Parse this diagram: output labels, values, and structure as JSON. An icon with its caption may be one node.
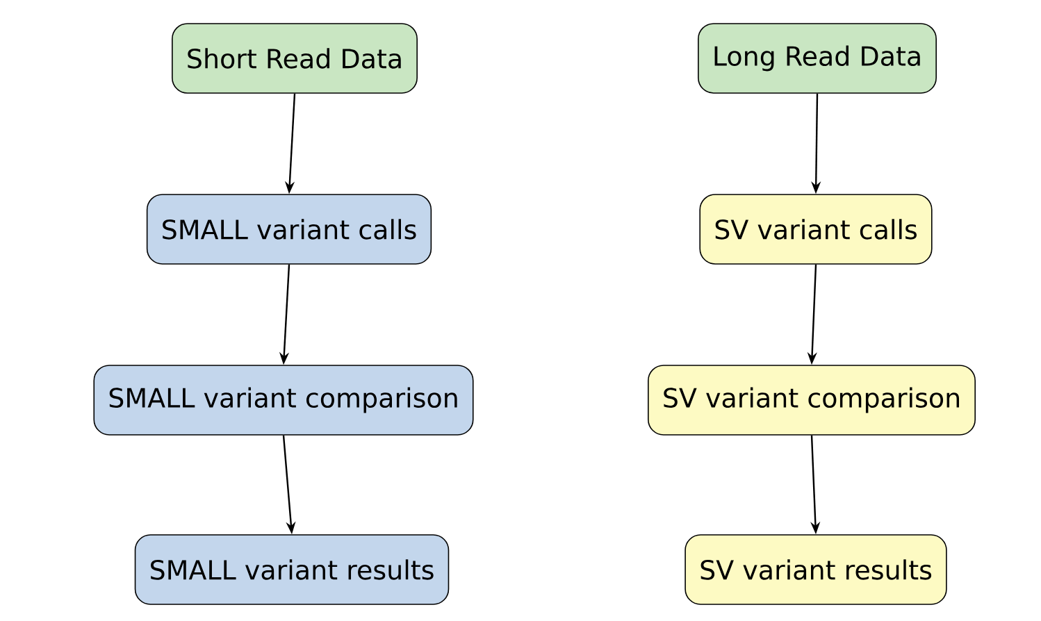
{
  "diagram": {
    "nodes": [
      {
        "text": [
          "Short Read Data"
        ]
      },
      {
        "text": [
          "SMALL variant calls"
        ]
      },
      {
        "text": [
          "SMALL variant comparison"
        ]
      },
      {
        "text": [
          "SMALL variant results"
        ]
      },
      {
        "text": [
          "Long Read Data"
        ]
      },
      {
        "text": [
          "SV variant calls"
        ]
      },
      {
        "text": [
          "SV variant comparison"
        ]
      },
      {
        "text": [
          "SV variant results"
        ]
      }
    ],
    "edges": [
      {
        "from": 0,
        "to": 1,
        "arrow": "to"
      },
      {
        "from": 1,
        "to": 2,
        "arrow": "to"
      },
      {
        "from": 2,
        "to": 3,
        "arrow": "to"
      },
      {
        "from": 4,
        "to": 5,
        "arrow": "to"
      },
      {
        "from": 5,
        "to": 6,
        "arrow": "to"
      },
      {
        "from": 6,
        "to": 7,
        "arrow": "to"
      }
    ]
  }
}
